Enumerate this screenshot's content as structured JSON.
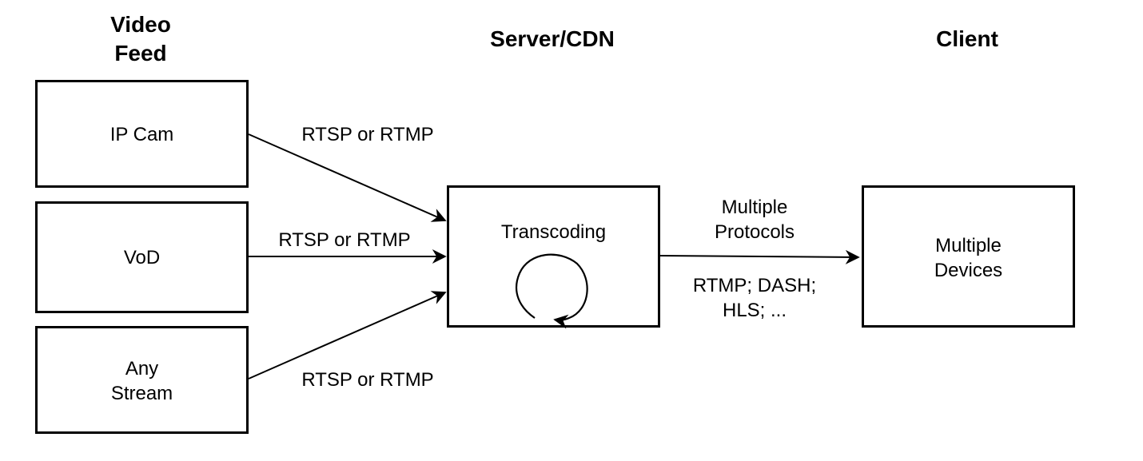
{
  "columns": {
    "video_feed": {
      "title_line1": "Video",
      "title_line2": "Feed"
    },
    "server": {
      "title": "Server/CDN"
    },
    "client": {
      "title": "Client"
    }
  },
  "sources": {
    "ip_cam": "IP Cam",
    "vod": "VoD",
    "any_stream_line1": "Any",
    "any_stream_line2": "Stream"
  },
  "server_box": {
    "label": "Transcoding"
  },
  "client_box": {
    "label_line1": "Multiple",
    "label_line2": "Devices"
  },
  "edges": {
    "ip_cam_protocol": "RTSP or RTMP",
    "vod_protocol": "RTSP or RTMP",
    "any_stream_protocol": "RTSP or RTMP",
    "output_line1": "Multiple",
    "output_line2": "Protocols",
    "output_formats_line1": "RTMP; DASH;",
    "output_formats_line2": "HLS; ..."
  }
}
